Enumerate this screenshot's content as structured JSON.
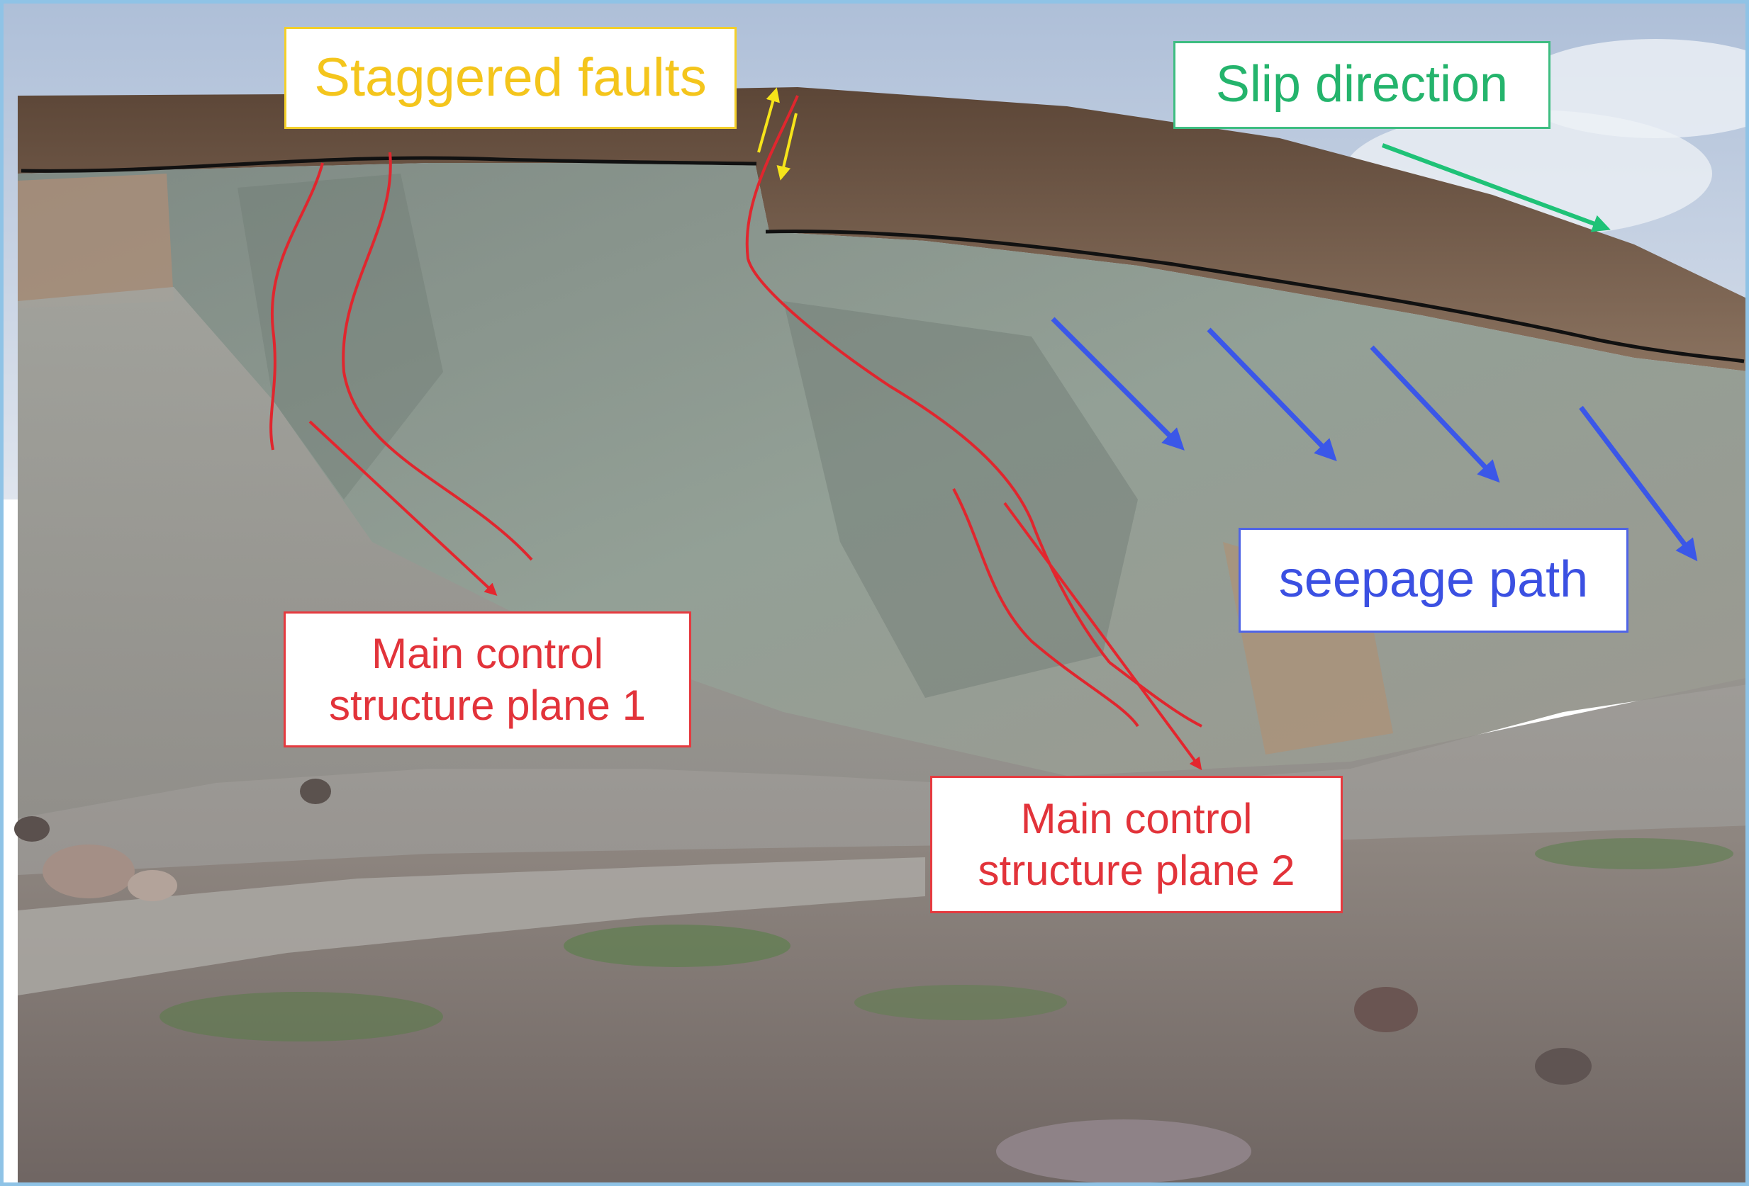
{
  "photo": {
    "subject": "rock slope",
    "colors": {
      "sky": "#c7d2e0",
      "topsoil": "#7a6250",
      "rock": "#8c978d",
      "ground": "#7d7672",
      "fault_line": "#e0262e",
      "boundary_line": "#111111",
      "frame": "#8fc3e6"
    }
  },
  "labels": {
    "staggered_faults": "Staggered faults",
    "slip_direction": "Slip direction",
    "seepage_path": "seepage path",
    "main_plane_1": "Main control\nstructure plane 1",
    "main_plane_2": "Main control\nstructure plane 2"
  },
  "arrow_colors": {
    "slip": "#1fc277",
    "seepage": "#3b57e8",
    "main": "#e4262e",
    "staggered": "#f6e41a"
  }
}
